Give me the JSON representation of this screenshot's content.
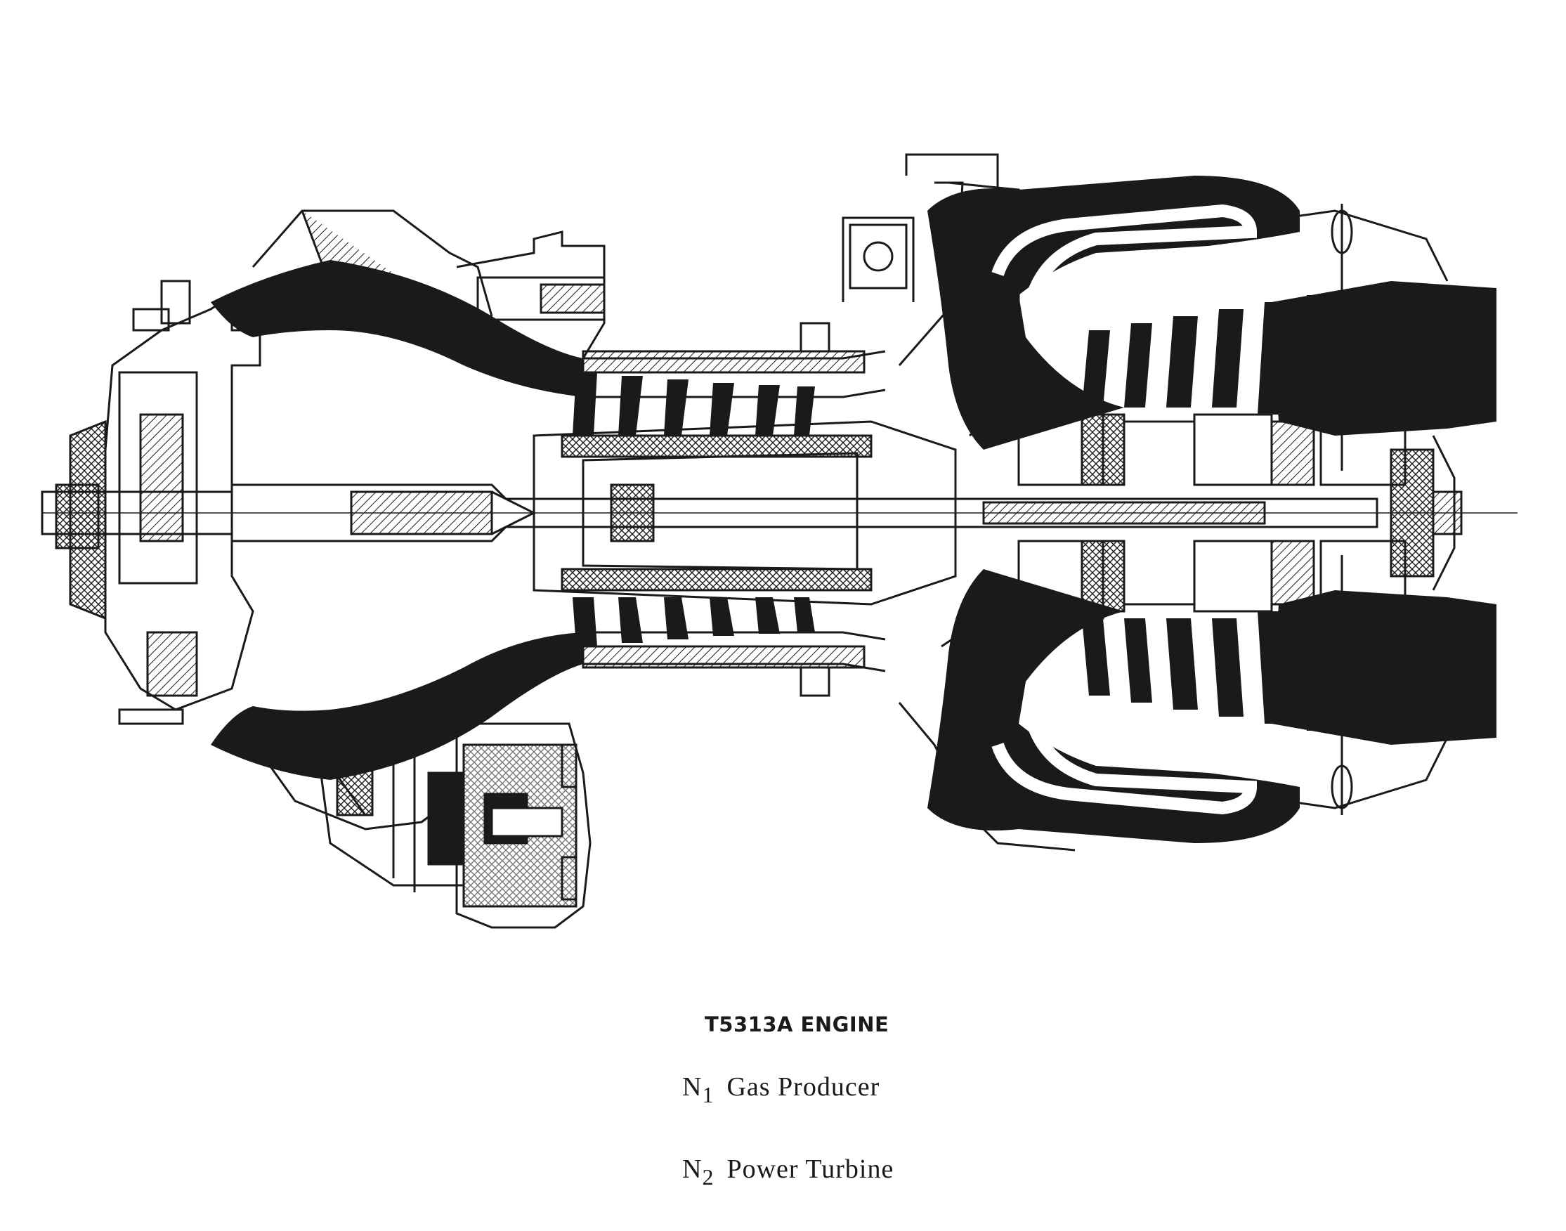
{
  "caption": {
    "title": "T5313A ENGINE",
    "lines": [
      {
        "symbol": "N",
        "subscript": "1",
        "label": "Gas Producer"
      },
      {
        "symbol": "N",
        "subscript": "2",
        "label": "Power Turbine"
      }
    ]
  },
  "colors": {
    "ink": "#1a1a1a",
    "paper": "#ffffff"
  }
}
